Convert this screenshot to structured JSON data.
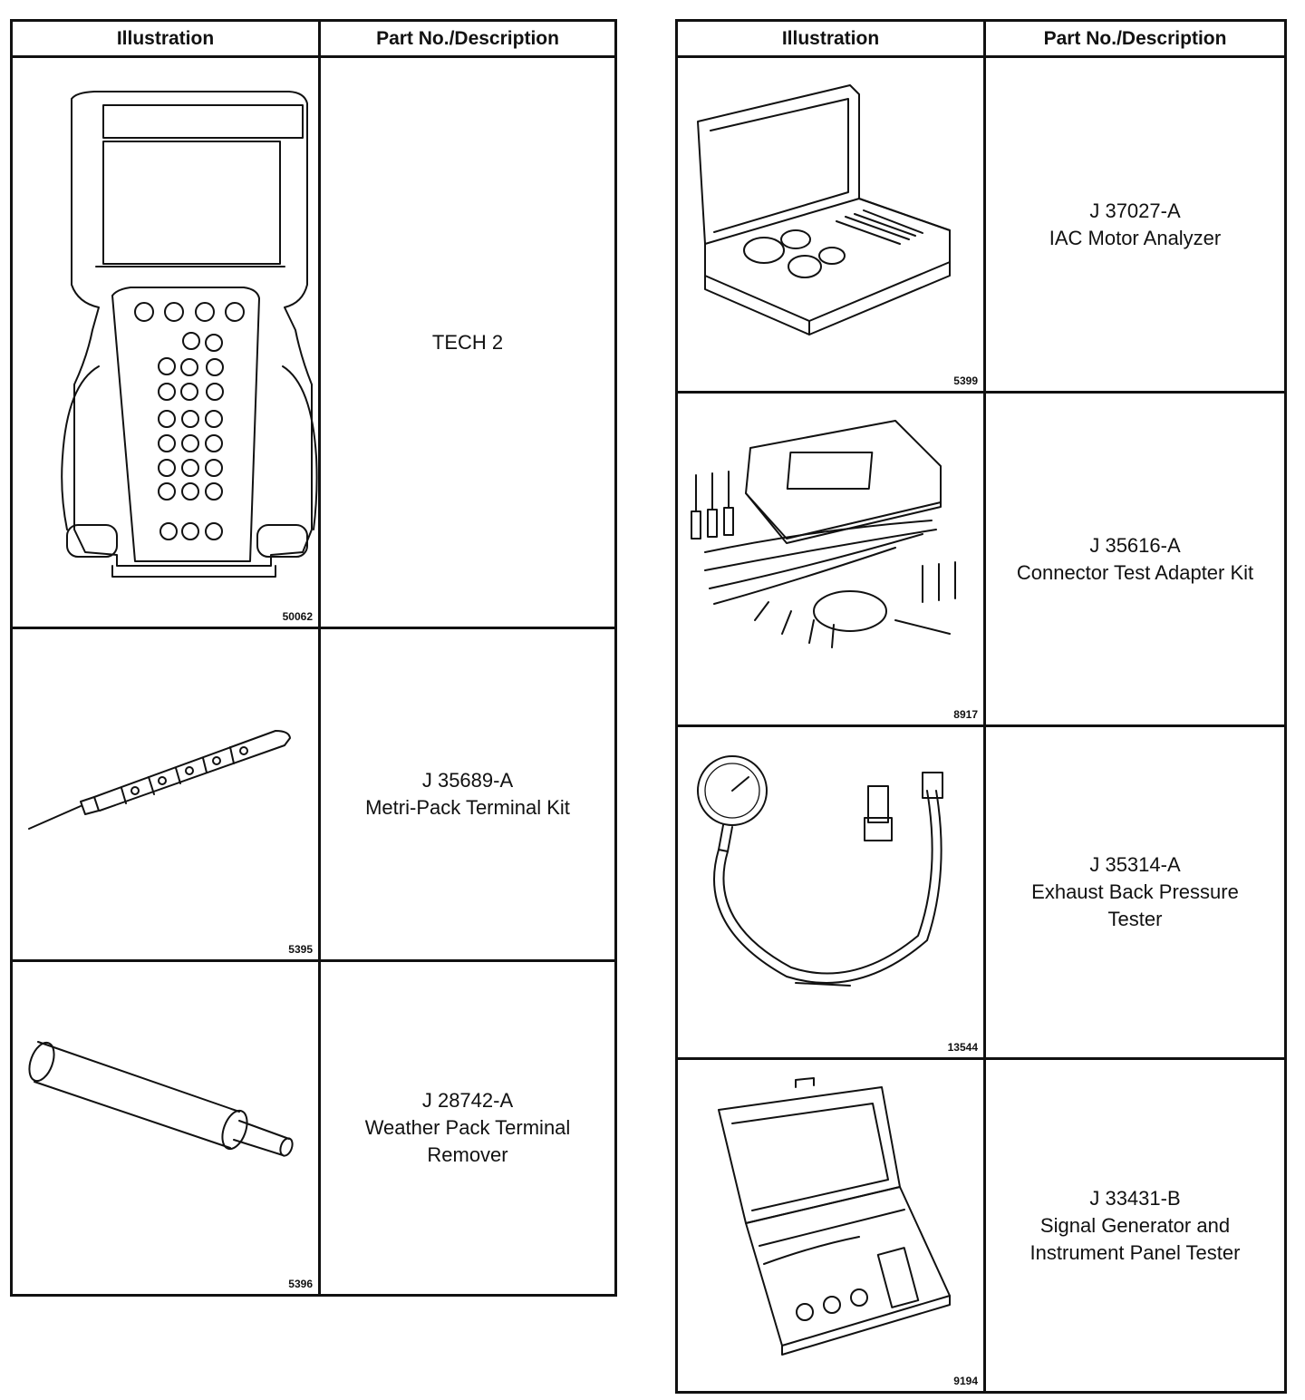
{
  "tables": [
    {
      "headers": {
        "illustration": "Illustration",
        "description": "Part No./Description"
      },
      "rows": [
        {
          "lines": [
            "TECH 2"
          ],
          "figure": "50062",
          "icon": "scan-tool-icon"
        },
        {
          "lines": [
            "J 35689-A",
            "Metri-Pack Terminal Kit"
          ],
          "figure": "5395",
          "icon": "terminal-tool-icon"
        },
        {
          "lines": [
            "J 28742-A",
            "Weather Pack Terminal",
            "Remover"
          ],
          "figure": "5396",
          "icon": "terminal-remover-icon"
        }
      ]
    },
    {
      "headers": {
        "illustration": "Illustration",
        "description": "Part No./Description"
      },
      "rows": [
        {
          "lines": [
            "J 37027-A",
            "IAC Motor Analyzer"
          ],
          "figure": "5399",
          "icon": "analyzer-case-icon"
        },
        {
          "lines": [
            "J 35616-A",
            "Connector Test Adapter Kit"
          ],
          "figure": "8917",
          "icon": "adapter-kit-icon"
        },
        {
          "lines": [
            "J 35314-A",
            "Exhaust Back Pressure",
            "Tester"
          ],
          "figure": "13544",
          "icon": "pressure-gauge-icon"
        },
        {
          "lines": [
            "J 33431-B",
            "Signal Generator and",
            "Instrument Panel Tester"
          ],
          "figure": "9194",
          "icon": "signal-generator-case-icon"
        }
      ]
    }
  ]
}
